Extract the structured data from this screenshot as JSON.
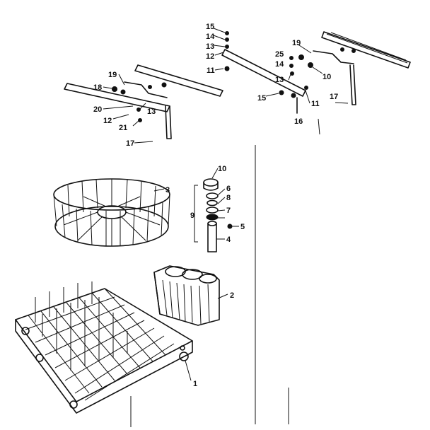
{
  "callouts": {
    "c1_lower_rack": "1",
    "c2_silverware_basket": "2",
    "c3_cup_rack": "3",
    "c4_spray_tube": "4",
    "c5_clip": "5",
    "c6_washer": "6",
    "c7_seal": "7",
    "c8_gasket": "8",
    "c9_bracket": "9",
    "c10_cap": "10",
    "c10_right": "10",
    "c11_top": "11",
    "c11_right": "11",
    "c12_left": "12",
    "c12_top": "12",
    "c13_left": "13",
    "c13_top": "13",
    "c13_right": "13",
    "c14_top": "14",
    "c14_right": "14",
    "c15_top": "15",
    "c15_mid": "15",
    "c16": "16",
    "c17_left": "17",
    "c17_right": "17",
    "c18": "18",
    "c19_left": "19",
    "c19_right": "19",
    "c20": "20",
    "c21": "21",
    "c25": "25"
  }
}
